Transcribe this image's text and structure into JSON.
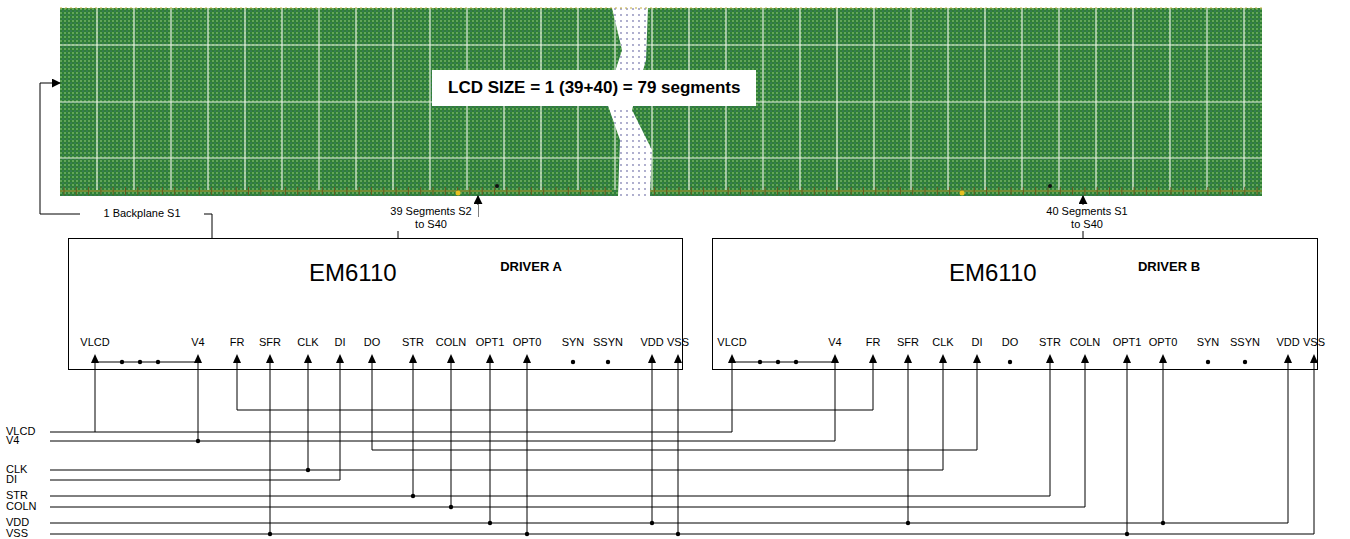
{
  "diagram": {
    "nodes": [
      {
        "text": [
          "LCD SIZE = 1 (39+40) = 79 segments"
        ]
      },
      {
        "text": [
          "EM6110",
          "DRIVER A"
        ]
      },
      {
        "text": [
          "EM6110",
          "DRIVER B"
        ]
      }
    ],
    "edges": [
      {
        "from": 1,
        "to": 0,
        "arrow": "to",
        "label": "1 Backplane S1"
      },
      {
        "from": 1,
        "to": 0,
        "arrow": "to",
        "label": "39 Segments S2 to S40"
      },
      {
        "from": 2,
        "to": 0,
        "arrow": "to",
        "label": "40 Segments S1 to S40"
      }
    ],
    "labels": [
      "VLCD",
      "V4",
      "FR",
      "SFR",
      "CLK",
      "DI",
      "DO",
      "STR",
      "COLN",
      "OPT1",
      "OPT0",
      "SYN",
      "SSYN",
      "VDD",
      "VSS",
      "VLCD",
      "V4",
      "FR",
      "SFR",
      "CLK",
      "DI",
      "DO",
      "STR",
      "COLN",
      "OPT1",
      "OPT0",
      "SYN",
      "SSYN",
      "VDD",
      "VSS",
      "VLCD",
      "V4",
      "CLK",
      "DI",
      "STR",
      "COLN",
      "VDD",
      "VSS"
    ]
  }
}
